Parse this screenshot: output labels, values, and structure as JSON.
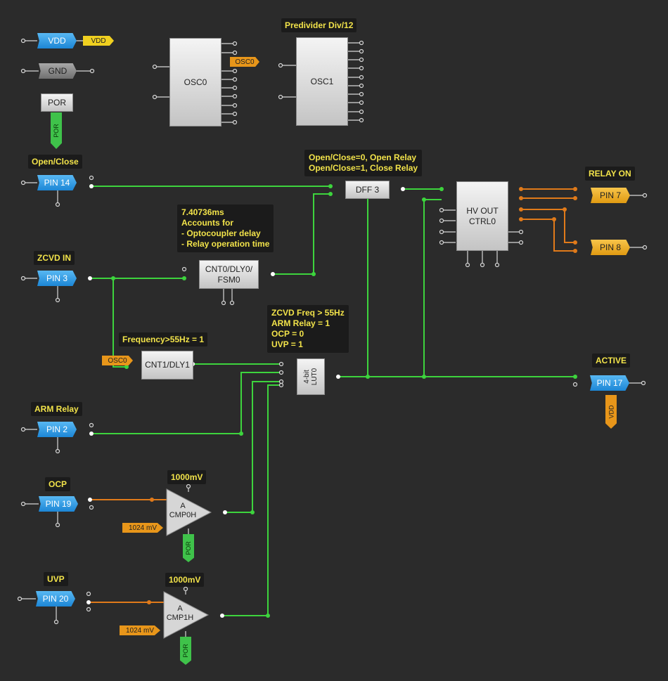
{
  "colors": {
    "background": "#2b2b2b",
    "wire_green": "#3dd43d",
    "wire_orange": "#e07a1a",
    "label_yellow": "#f2e34a"
  },
  "labels": {
    "predivider": "Predivider Div/12",
    "open_close": "Open/Close",
    "zcvd_in": "ZCVD IN",
    "arm_relay": "ARM Relay",
    "ocp": "OCP",
    "uvp": "UVP",
    "relay_on": "RELAY ON",
    "active": "ACTIVE",
    "freq_gt": "Frequency>55Hz = 1",
    "cmp0_ref": "1000mV",
    "cmp1_ref": "1000mV"
  },
  "notes": {
    "dff": "Open/Close=0, Open Relay\nOpen/Close=1, Close Relay",
    "delay": "7.40736ms\nAccounts for\n- Optocoupler delay\n- Relay operation time",
    "lut": "ZCVD Freq > 55Hz\nARM Relay = 1\nOCP = 0\nUVP = 1"
  },
  "blocks": {
    "vdd": "VDD",
    "gnd": "GND",
    "por": "POR",
    "osc0": "OSC0",
    "osc1": "OSC1",
    "dff3": "DFF 3",
    "hvout": "HV OUT\nCTRL0",
    "cnt0": "CNT0/DLY0/\nFSM0",
    "cnt1": "CNT1/DLY1",
    "lut0": "4-bit\nLUT0",
    "cmp0_a": "A",
    "cmp0": "CMP0H",
    "cmp1_a": "A",
    "cmp1": "CMP1H"
  },
  "pins": {
    "pin14": "PIN 14",
    "pin3": "PIN 3",
    "pin2": "PIN 2",
    "pin19": "PIN 19",
    "pin20": "PIN 20",
    "pin7": "PIN 7",
    "pin8": "PIN 8",
    "pin17": "PIN 17"
  },
  "tags": {
    "vdd": "VDD",
    "osc0_out": "OSC0",
    "osc0_in": "OSC0",
    "ref0": "1024 mV",
    "ref1": "1024 mV",
    "por_v": "POR",
    "por_cmp0": "POR",
    "por_cmp1": "POR",
    "vdd_pin17": "VDD"
  }
}
